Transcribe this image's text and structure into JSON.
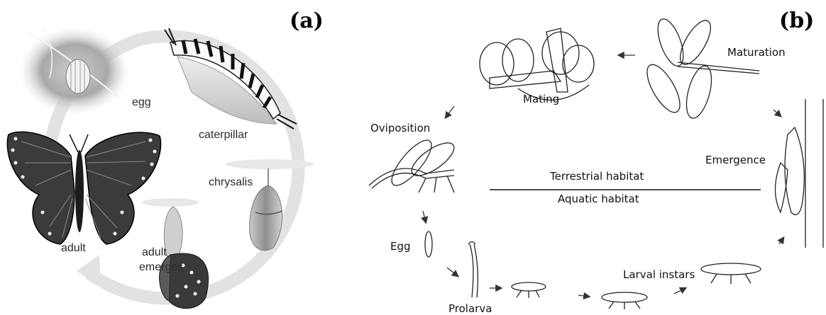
{
  "panel_a": {
    "letter": "(a)",
    "stages": {
      "egg": "egg",
      "caterpillar": "caterpillar",
      "chrysalis": "chrysalis",
      "adult_emerges_1": "adult",
      "adult_emerges_2": "emerges",
      "adult": "adult"
    }
  },
  "panel_b": {
    "letter": "(b)",
    "stages": {
      "mating": "Mating",
      "maturation": "Maturation",
      "oviposition": "Oviposition",
      "emergence": "Emergence",
      "egg": "Egg",
      "prolarva": "Prolarva",
      "larval_instars": "Larval instars"
    },
    "habitat": {
      "terrestrial": "Terrestrial habitat",
      "aquatic": "Aquatic habitat"
    }
  }
}
